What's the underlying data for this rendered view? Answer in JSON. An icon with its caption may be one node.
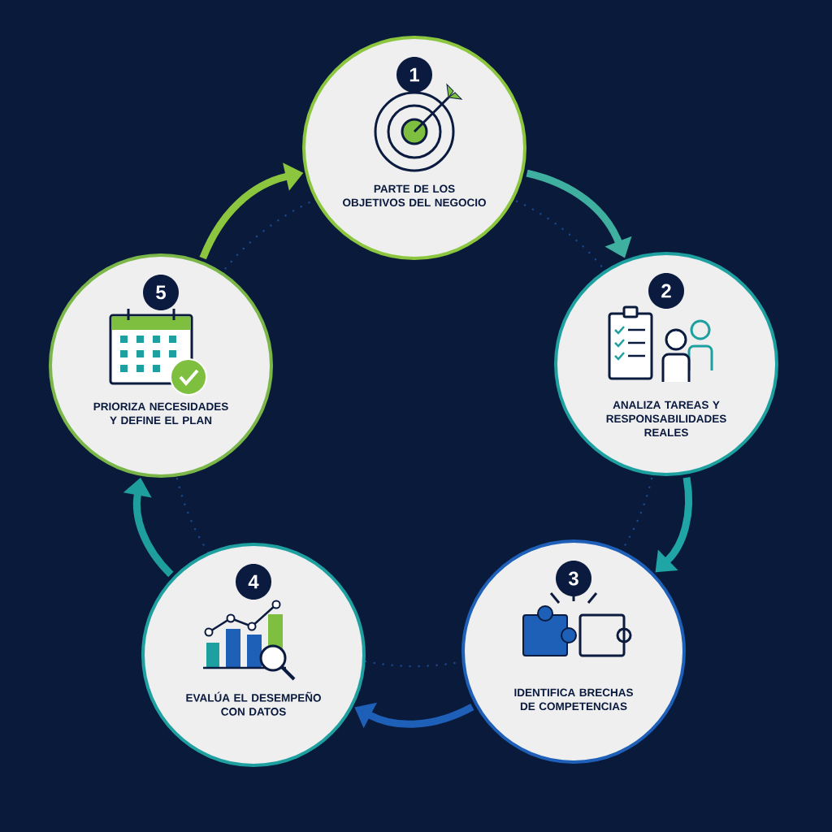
{
  "diagram": {
    "nodes": [
      {
        "text": [
          "1",
          "PARTE DE LOS OBJETIVOS DEL NEGOCIO"
        ]
      },
      {
        "text": [
          "2",
          "ANALIZA TAREAS Y RESPONSABILIDADES REALES"
        ]
      },
      {
        "text": [
          "3",
          "IDENTIFICA BRECHAS DE COMPETENCIAS"
        ]
      },
      {
        "text": [
          "4",
          "EVALÚA EL DESEMPEÑO CON DATOS"
        ]
      },
      {
        "text": [
          "5",
          "PRIORIZA NECESIDADES Y DEFINE EL PLAN"
        ]
      }
    ],
    "edges": [
      {
        "from": 0,
        "to": 1,
        "arrow": "to",
        "color": "#3fb0a0"
      },
      {
        "from": 1,
        "to": 2,
        "arrow": "to",
        "color": "#1fa5a5"
      },
      {
        "from": 2,
        "to": 3,
        "arrow": "to",
        "color": "#1e5fb8"
      },
      {
        "from": 3,
        "to": 4,
        "arrow": "to",
        "color": "#1f9e9e"
      },
      {
        "from": 4,
        "to": 0,
        "arrow": "to",
        "color": "#8cc63f"
      }
    ]
  }
}
